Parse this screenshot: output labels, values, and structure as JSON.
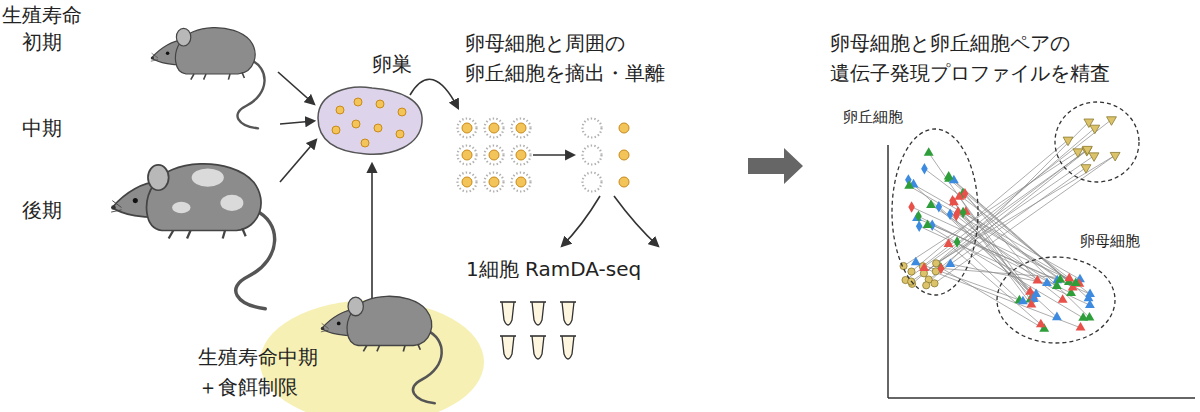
{
  "diagram": {
    "nodes": [
      {
        "text": [
          "卵丘細胞"
        ]
      },
      {
        "text": [
          "卵母細胞"
        ]
      }
    ],
    "labels": [
      "生殖寿命",
      "初期",
      "中期",
      "後期",
      "卵巣",
      "卵母細胞と周囲の 卵丘細胞を摘出・単離",
      "1細胞 RamDA-seq",
      "生殖寿命中期 ＋食餌制限",
      "卵母細胞と卵丘細胞ペアの 遺伝子発現プロファイルを精査"
    ]
  }
}
